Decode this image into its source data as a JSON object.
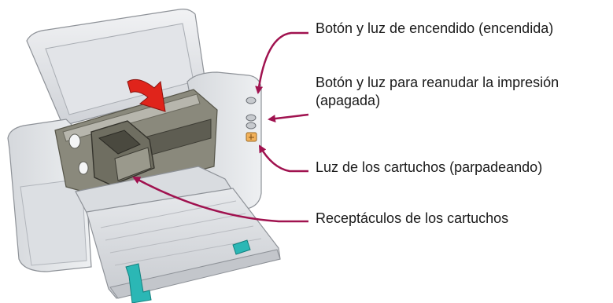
{
  "callouts": {
    "power": "Botón y luz de encendido (encendida)",
    "resume_line1": "Botón y luz para reanudar la impresión",
    "resume_line2": "(apagada)",
    "cartridge_light": "Luz de los cartuchos (parpadeando)",
    "cradles": "Receptáculos de los cartuchos"
  },
  "colors": {
    "leader": "#a0124f",
    "arrow": "#e0241b",
    "body": "#e3e5e8",
    "body_shade": "#c9ccd1",
    "carriage": "#6f6e61",
    "accent_teal": "#2bb7b5",
    "light_amber": "#f2b15a"
  }
}
